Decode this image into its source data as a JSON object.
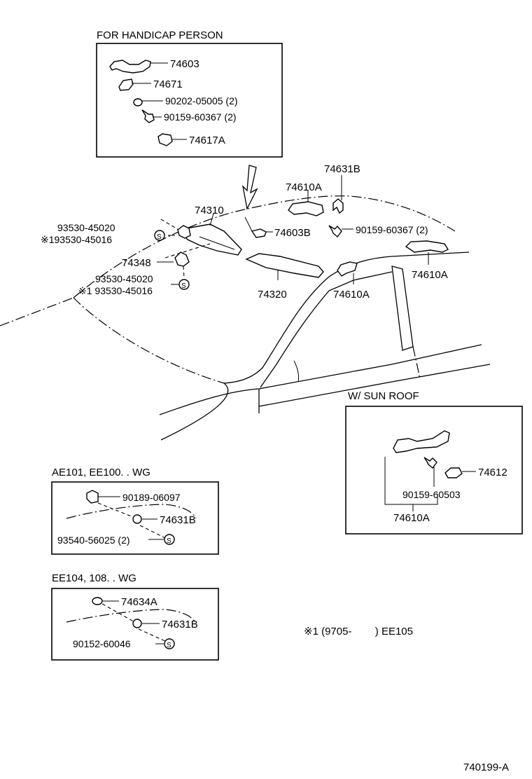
{
  "handicap": {
    "title": "FOR HANDICAP PERSON",
    "p1": "74603",
    "p2": "74671",
    "p3": "90202-05005 (2)",
    "p4": "90159-60367 (2)",
    "p5": "74617A"
  },
  "main": {
    "l_74631b": "74631B",
    "l_74610a_top": "74610A",
    "l_74310": "74310",
    "l_74603b": "74603B",
    "l_screw": "90159-60367 (2)",
    "l_93530_a": "93530-45020",
    "l_193530_a": "※193530-45016",
    "l_74348": "74348",
    "l_93530_b": "93530-45020",
    "l_193530_b": "※1 93530-45016",
    "l_74320": "74320",
    "l_74610a_mid": "74610A",
    "l_74610a_right": "74610A"
  },
  "sunroof": {
    "title": "W/ SUN ROOF",
    "p1": "74612",
    "p2": "90159-60503",
    "p3": "74610A"
  },
  "wg1": {
    "title": "AE101, EE100. . WG",
    "p1": "90189-06097",
    "p2": "74631B",
    "p3": "93540-56025 (2)"
  },
  "wg2": {
    "title": "EE104, 108. . WG",
    "p1": "74634A",
    "p2": "74631B",
    "p3": "90152-60046"
  },
  "note": "※1 (9705-        ) EE105",
  "diagram_code": "740199-A",
  "symbol_s": "S"
}
